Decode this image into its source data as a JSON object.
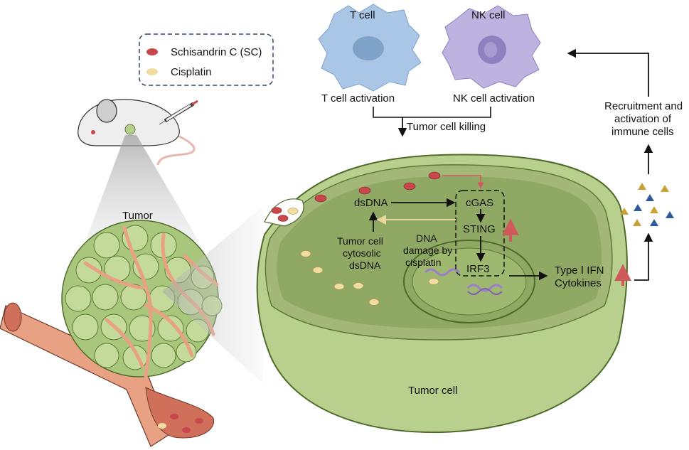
{
  "legend": {
    "items": [
      {
        "label": "Schisandrin C (SC)",
        "color": "#c8474a"
      },
      {
        "label": "Cisplatin",
        "color": "#f2dca0"
      }
    ]
  },
  "immune": {
    "t_cell": {
      "title": "T cell",
      "activation": "T cell activation"
    },
    "nk_cell": {
      "title": "NK cell",
      "activation": "NK cell activation"
    },
    "killing": "Tumor cell killing",
    "recruitment": [
      "Recruitment and",
      "activation of",
      "immune cells"
    ]
  },
  "tumor": {
    "label": "Tumor",
    "cell_label": "Tumor cell"
  },
  "pathway": {
    "dsdna": "dsDNA",
    "cgas": "cGAS",
    "sting": "STING",
    "irf3": "IRF3",
    "cytosolic": [
      "Tumor cell",
      "cytosolic",
      "dsDNA"
    ],
    "damage": [
      "DNA",
      "damage by",
      "cisplatin"
    ],
    "output": [
      "Type Ⅰ IFN",
      "Cytokines"
    ]
  },
  "colors": {
    "sc_red": "#c8474a",
    "cisplatin_yellow": "#f2dca0",
    "tcell_blue": "#a9c6e6",
    "nkcell_purple": "#bdb2e0",
    "cell_green": "#b9cf8e",
    "up_arrow": "#d05a5a"
  }
}
